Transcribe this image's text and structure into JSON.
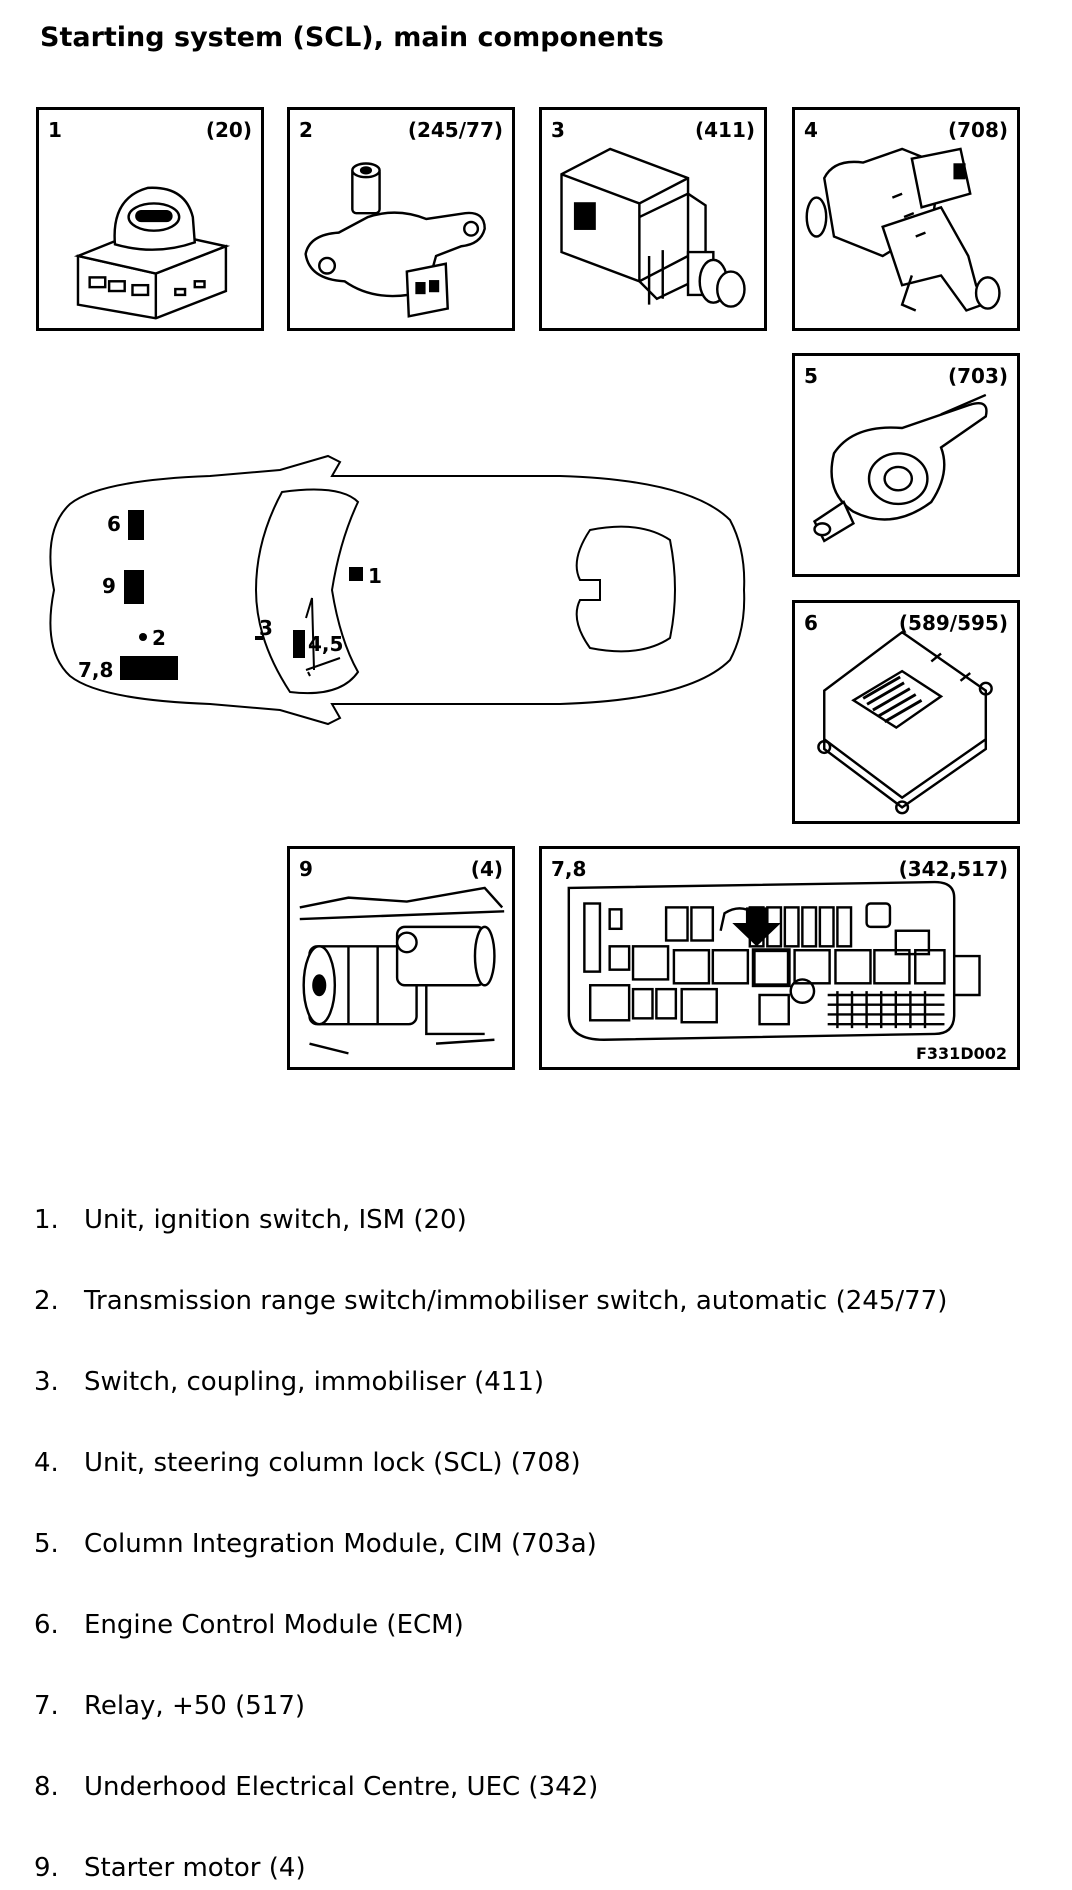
{
  "title": "Starting system (SCL), main components",
  "panels": [
    {
      "number": "1",
      "code": "(20)",
      "icon": "ignition-switch-unit"
    },
    {
      "number": "2",
      "code": "(245/77)",
      "icon": "transmission-range-switch"
    },
    {
      "number": "3",
      "code": "(411)",
      "icon": "coupling-switch"
    },
    {
      "number": "4",
      "code": "(708)",
      "icon": "steering-column-lock"
    },
    {
      "number": "5",
      "code": "(703)",
      "icon": "column-integration-module"
    },
    {
      "number": "6",
      "code": "(589/595)",
      "icon": "engine-control-module"
    },
    {
      "number": "9",
      "code": "(4)",
      "icon": "starter-motor"
    },
    {
      "number": "7,8",
      "code": "(342,517)",
      "icon": "underhood-electrical-centre"
    }
  ],
  "figure_ref": "F331D002",
  "car_markers": {
    "m6": "6",
    "m9": "9",
    "m2": "2",
    "m78": "7,8",
    "m3": "3",
    "m45": "4,5",
    "m1": "1"
  },
  "legend": [
    {
      "num": "1.",
      "text": "Unit, ignition switch, ISM (20)"
    },
    {
      "num": "2.",
      "text": "Transmission range switch/immobiliser switch, automatic (245/77)"
    },
    {
      "num": "3.",
      "text": "Switch, coupling, immobiliser (411)"
    },
    {
      "num": "4.",
      "text": "Unit, steering column lock (SCL) (708)"
    },
    {
      "num": "5.",
      "text": "Column Integration Module, CIM (703a)"
    },
    {
      "num": "6.",
      "text": "Engine Control Module (ECM)"
    },
    {
      "num": "7.",
      "text": "Relay, +50 (517)"
    },
    {
      "num": "8.",
      "text": "Underhood Electrical Centre, UEC (342)"
    },
    {
      "num": "9.",
      "text": "Starter motor (4)"
    }
  ]
}
